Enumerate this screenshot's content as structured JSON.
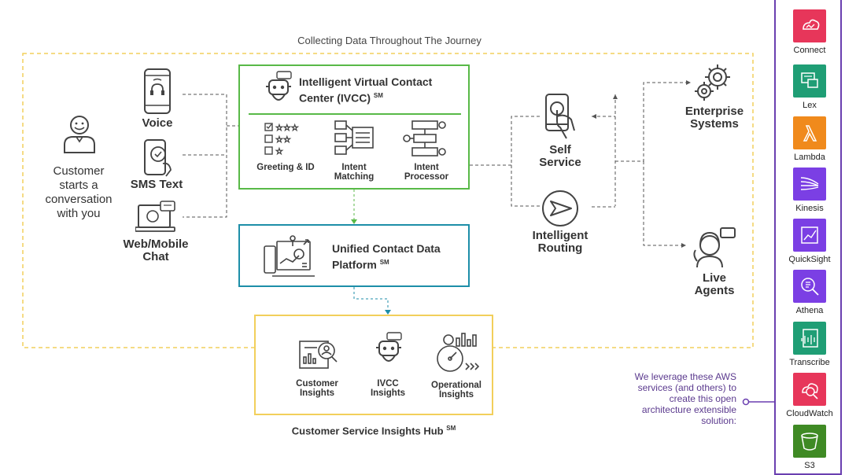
{
  "journey_label": "Collecting Data Throughout The Journey",
  "customer": {
    "text": "Customer starts a conversation with you"
  },
  "channels": [
    {
      "id": "voice",
      "label": "Voice"
    },
    {
      "id": "sms",
      "label": "SMS Text"
    },
    {
      "id": "web",
      "label": "Web/Mobile Chat"
    }
  ],
  "ivcc": {
    "title": "Intelligent Virtual Contact Center (IVCC)",
    "sm": "SM",
    "steps": [
      {
        "id": "greeting",
        "label": "Greeting & ID"
      },
      {
        "id": "intent-matching",
        "label": "Intent Matching"
      },
      {
        "id": "intent-processor",
        "label": "Intent Processor"
      }
    ]
  },
  "ucdp": {
    "title": "Unified Contact Data Platform",
    "sm": "SM"
  },
  "hub": {
    "title": "Customer Service Insights Hub",
    "sm": "SM",
    "items": [
      {
        "id": "customer-insights",
        "label": "Customer Insights"
      },
      {
        "id": "ivcc-insights",
        "label": "IVCC Insights"
      },
      {
        "id": "operational-insights",
        "label": "Operational Insights"
      }
    ]
  },
  "routing": {
    "self_service": "Self Service",
    "intelligent_routing": "Intelligent Routing",
    "enterprise_systems": "Enterprise Systems",
    "live_agents": "Live Agents"
  },
  "leverage_text": "We leverage these AWS services (and others) to create this open architecture extensible solution:",
  "aws_services": [
    {
      "name": "Connect",
      "icon": "connect-icon",
      "color": "#e7365a"
    },
    {
      "name": "Lex",
      "icon": "lex-icon",
      "color": "#1f9e75"
    },
    {
      "name": "Lambda",
      "icon": "lambda-icon",
      "color": "#f08a1c"
    },
    {
      "name": "Kinesis",
      "icon": "kinesis-icon",
      "color": "#7b3fe4"
    },
    {
      "name": "QuickSight",
      "icon": "quicksight-icon",
      "color": "#7b3fe4"
    },
    {
      "name": "Athena",
      "icon": "athena-icon",
      "color": "#7b3fe4"
    },
    {
      "name": "Transcribe",
      "icon": "transcribe-icon",
      "color": "#1f9e75"
    },
    {
      "name": "CloudWatch",
      "icon": "cloudwatch-icon",
      "color": "#e7365a"
    },
    {
      "name": "S3",
      "icon": "s3-icon",
      "color": "#3f8a24"
    }
  ],
  "colors": {
    "ivcc_border": "#58b947",
    "ucdp_border": "#1d8ea8",
    "hub_border": "#f2cf5b",
    "aws_panel_border": "#6a3fb0"
  }
}
